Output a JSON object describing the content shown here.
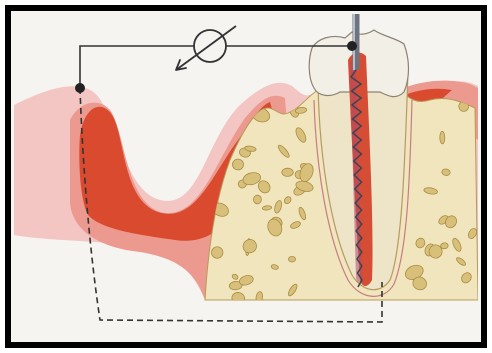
{
  "figure": {
    "panel": {
      "background": "#f6f4f1",
      "frame": "#000000"
    },
    "palette": {
      "gum_light": "#f3c6c4",
      "gum_mid": "#ec9a8f",
      "gum_red": "#d94a2f",
      "bone": "#f0e5bd",
      "bone_spot": "#d9c07a",
      "bone_spot_edge": "#a88c44",
      "enamel": "#f2efe6",
      "dentin": "#eee4c7",
      "pulp": "#d64d36",
      "file_metal": "#7a8390",
      "wire": "#333333"
    },
    "labels": [],
    "parts": {
      "gum": {
        "shape": "soft gum tissue (layered pink and red)",
        "mutable": false
      },
      "jaw_bone": {
        "shape": "cancellous bone with spots",
        "mutable": false
      },
      "tooth": {
        "shape": "single-rooted tooth cross-section",
        "mutable": false
      },
      "canal_file": {
        "shape": "endodontic file inserted in root canal",
        "mutable": false
      },
      "measuring_circuit": {
        "shape": "dashed electric circuit from lip clip to file",
        "mutable": false
      },
      "meter_symbol": {
        "shape": "circle with arrow (meter symbol)",
        "mutable": false
      }
    }
  }
}
